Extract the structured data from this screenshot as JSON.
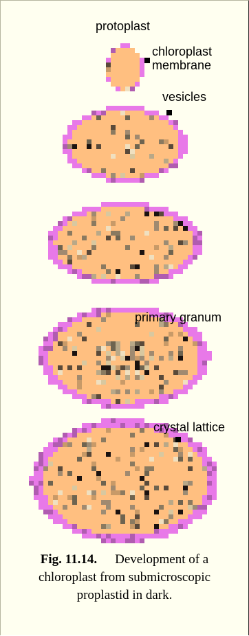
{
  "stages": [
    {
      "name": "protoplast stage",
      "seed": 11
    },
    {
      "name": "vesicles stage",
      "seed": 23
    },
    {
      "name": "third stage",
      "seed": 37
    },
    {
      "name": "primary granum stage",
      "seed": 51
    },
    {
      "name": "crystal lattice stage",
      "seed": 67
    }
  ],
  "labels": {
    "protoplast": "protoplast",
    "chloroplast_membrane_line1": "chloroplast",
    "chloroplast_membrane_line2": "membrane",
    "vesicles": "vesicles",
    "primary_granum": "primary granum",
    "crystal_lattice": "crystal lattice"
  },
  "caption": {
    "figure_number": "Fig. 11.14.",
    "line1_text": "Development of a",
    "line2": "chloroplast from submicroscopic",
    "line3": "proplastid in dark."
  },
  "colors": {
    "background": "#fffff0",
    "plastid_fill": "#ffbf80",
    "membrane": "#e879e8",
    "membrane_dark": "#b05cb0"
  }
}
